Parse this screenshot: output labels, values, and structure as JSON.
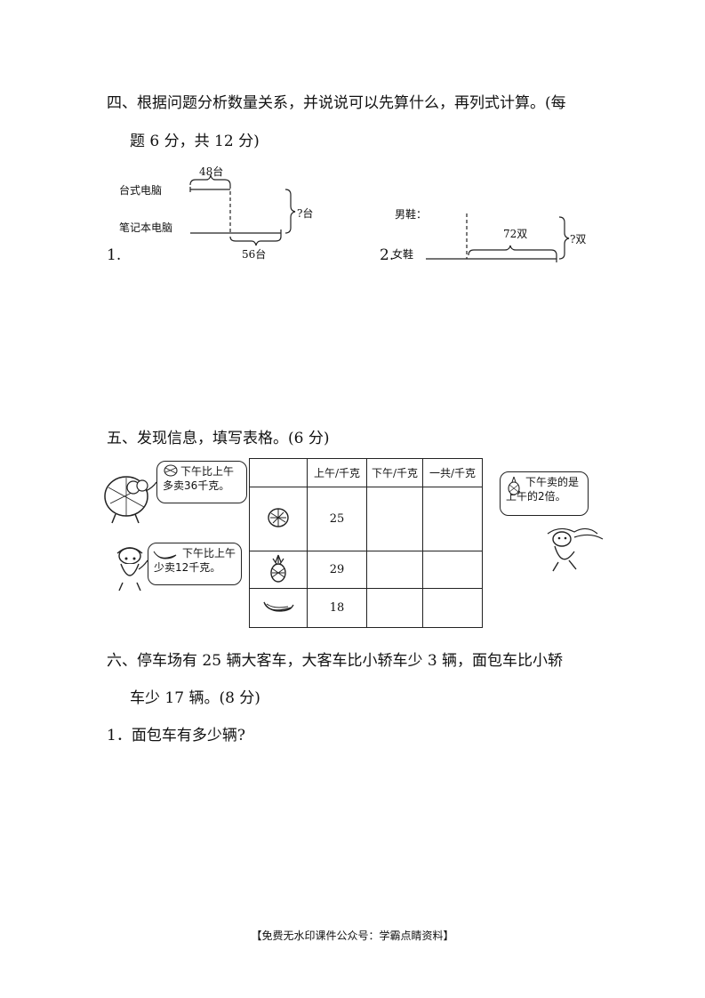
{
  "section4": {
    "title_line1": "四、根据问题分析数量关系，并说说可以先算什么，再列式计算。(每",
    "title_line2": "题 6 分，共 12 分)",
    "p1": {
      "number": "1.",
      "label_desktop": "台式电脑",
      "label_laptop": "笔记本电脑",
      "top_brace": "48台",
      "bottom_brace": "56台",
      "right_brace": "?台"
    },
    "p2": {
      "number": "2.",
      "label_men": "男鞋：",
      "label_women": "女鞋",
      "inner_brace": "72双",
      "right_brace": "?双"
    }
  },
  "section5": {
    "title": "五、发现信息，填写表格。(6 分)",
    "headers": [
      "",
      "上午/千克",
      "下午/千克",
      "一共/千克"
    ],
    "rows": [
      {
        "fruit": "watermelon",
        "morning": "25",
        "afternoon": "",
        "total": ""
      },
      {
        "fruit": "pineapple",
        "morning": "29",
        "afternoon": "",
        "total": ""
      },
      {
        "fruit": "banana",
        "morning": "18",
        "afternoon": "",
        "total": ""
      }
    ],
    "bubble_left1": [
      "下午比上午",
      "多卖36千克。"
    ],
    "bubble_left2": [
      "下午比上午",
      "少卖12千克。"
    ],
    "bubble_right": [
      "下午卖的是",
      "上午的2倍。"
    ]
  },
  "section6": {
    "title_line1": "六、停车场有 25 辆大客车，大客车比小轿车少 3 辆，面包车比小轿",
    "title_line2": "车少 17 辆。(8 分)",
    "q1": "1．面包车有多少辆?"
  },
  "footer": "【免费无水印课件公众号：学霸点睛资料】"
}
